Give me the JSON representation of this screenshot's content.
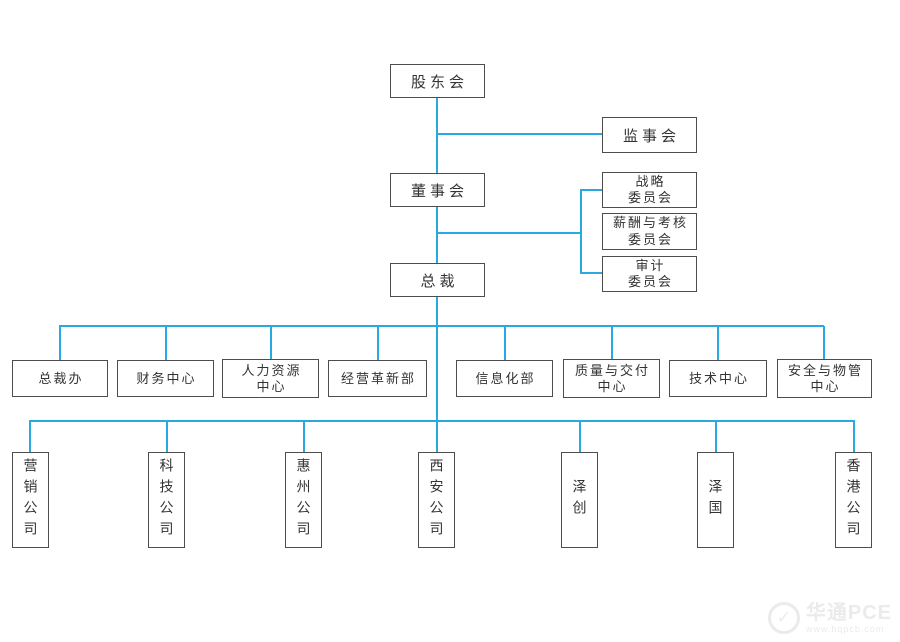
{
  "colors": {
    "connector": "#29a9e2",
    "box_border": "#4d4d4d",
    "text": "#333333",
    "watermark": "#ebebeb"
  },
  "nodes": {
    "shareholders": {
      "label": "股东会"
    },
    "supervisory": {
      "label": "监事会"
    },
    "board": {
      "label": "董事会"
    },
    "strategy": {
      "line1": "战略",
      "line2": "委员会"
    },
    "compensation": {
      "line1": "薪酬与考核",
      "line2": "委员会"
    },
    "audit": {
      "line1": "审计",
      "line2": "委员会"
    },
    "president": {
      "label": "总裁"
    }
  },
  "departments": [
    {
      "line1": "总裁办"
    },
    {
      "line1": "财务中心"
    },
    {
      "line1": "人力资源",
      "line2": "中心"
    },
    {
      "line1": "经营革新部"
    },
    {
      "line1": "信息化部"
    },
    {
      "line1": "质量与交付",
      "line2": "中心"
    },
    {
      "line1": "技术中心"
    },
    {
      "line1": "安全与物管",
      "line2": "中心"
    }
  ],
  "subsidiaries": [
    {
      "label": "营销公司"
    },
    {
      "label": "科技公司"
    },
    {
      "label": "惠州公司"
    },
    {
      "label": "西安公司"
    },
    {
      "label": "泽创"
    },
    {
      "label": "泽国"
    },
    {
      "label": "香港公司"
    }
  ],
  "watermark": {
    "logo_glyph": "✓",
    "brand": "华通PCE",
    "url": "www.hqpcb.com"
  }
}
